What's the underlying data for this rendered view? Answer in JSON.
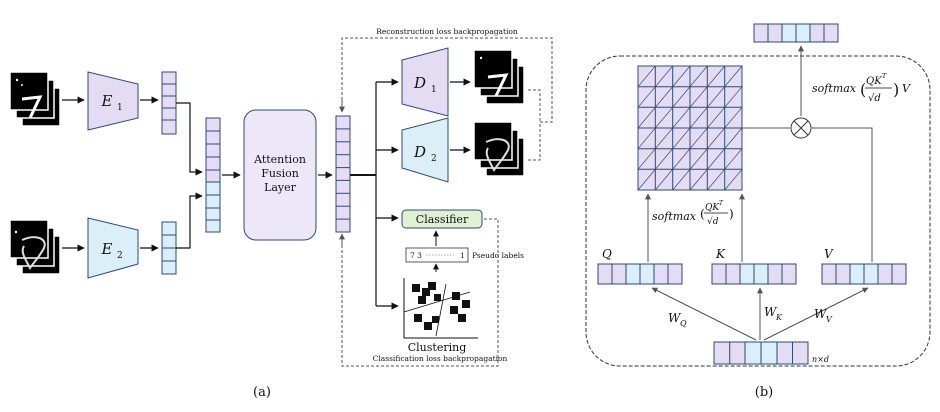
{
  "panel_a": {
    "caption": "(a)",
    "encoder1": "E",
    "encoder1_sub": "1",
    "encoder2": "E",
    "encoder2_sub": "2",
    "fusion_line1": "Attention",
    "fusion_line2": "Fusion",
    "fusion_line3": "Layer",
    "decoder1": "D",
    "decoder1_sub": "1",
    "decoder2": "D",
    "decoder2_sub": "2",
    "reconstruction_label": "Reconstruction loss backpropagation",
    "classifier_label": "Classifier",
    "pseudo_values_left": "7  3",
    "pseudo_values_right": "1",
    "pseudo_label": "Pseudo labels",
    "clustering_label": "Clustering",
    "classification_label": "Classification loss backpropagation"
  },
  "panel_b": {
    "caption": "(b)",
    "q_label": "Q",
    "k_label": "K",
    "v_label": "V",
    "wq": "W",
    "wq_sub": "Q",
    "wk": "W",
    "wk_sub": "K",
    "wv": "W",
    "wv_sub": "V",
    "input_dim": "n×d",
    "softmax_word": "softmax",
    "qk_num": "QK",
    "qk_sup": "T",
    "sqrt_d": "√d",
    "v_suffix": "V"
  },
  "colors": {
    "purple": "#e4dcf3",
    "blue": "#dbeff8",
    "fusion": "#ece8f7",
    "classifier": "#e1f0d2",
    "stroke": "#2d4a78"
  }
}
